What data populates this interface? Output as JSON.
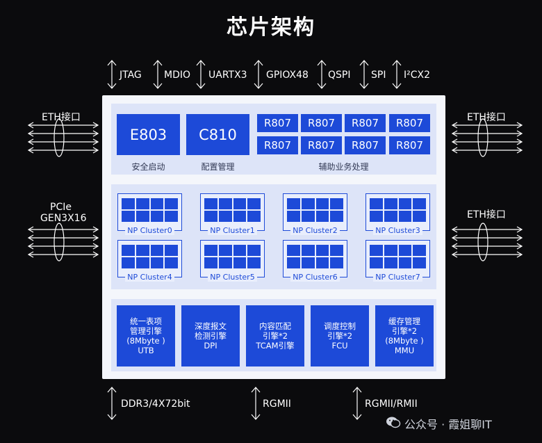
{
  "title": "芯片架构",
  "top_interfaces": [
    "JTAG",
    "MDIO",
    "UARTX3",
    "GPIOX48",
    "QSPI",
    "SPI",
    "I²CX2"
  ],
  "side_interfaces": {
    "left_top": "ETH接口",
    "left_bottom_line1": "PCIe",
    "left_bottom_line2": "GEN3X16",
    "right_top": "ETH接口",
    "right_bottom": "ETH接口"
  },
  "bottom_interfaces": [
    "DDR3/4X72bit",
    "RGMII",
    "RGMII/RMII"
  ],
  "cpu_section": {
    "e803": "E803",
    "e803_caption": "安全启动",
    "c810": "C810",
    "c810_caption": "配置管理",
    "r807": [
      "R807",
      "R807",
      "R807",
      "R807",
      "R807",
      "R807",
      "R807",
      "R807"
    ],
    "r807_caption": "辅助业务处理"
  },
  "clusters": [
    "NP Cluster0",
    "NP Cluster1",
    "NP Cluster2",
    "NP Cluster3",
    "NP Cluster4",
    "NP Cluster5",
    "NP Cluster6",
    "NP Cluster7"
  ],
  "engines": [
    [
      "统一表项",
      "管理引擎",
      "(8Mbyte )",
      "UTB"
    ],
    [
      "深度报文",
      "检测引擎",
      "DPI"
    ],
    [
      "内容匹配",
      "引擎*2",
      "TCAM引擎"
    ],
    [
      "调度控制",
      "引擎*2",
      "FCU"
    ],
    [
      "缓存管理",
      "引擎*2",
      "(8Mbyte )",
      "MMU"
    ]
  ],
  "watermark": "公众号 · 霞姐聊IT",
  "colors": {
    "block": "#1d4ad8",
    "panel": "#dde4f8",
    "chip": "#f4f6fb",
    "background": "#0b0b0d"
  }
}
